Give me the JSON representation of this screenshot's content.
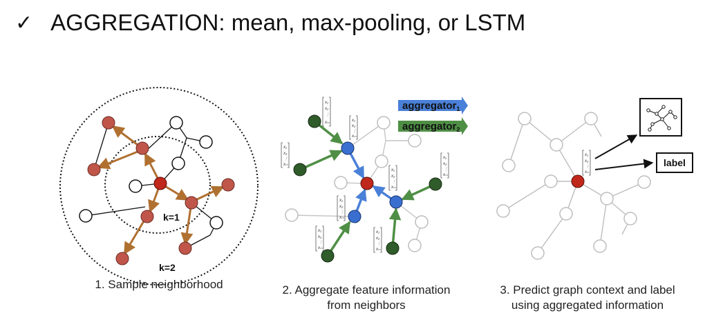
{
  "heading": {
    "check_symbol": "✓",
    "text": "AGGREGATION:  mean, max-pooling, or LSTM"
  },
  "panel1": {
    "label_k1": "k=1",
    "label_k2": "k=2",
    "caption": "1. Sample neighborhood"
  },
  "panel2": {
    "aggregator1": "aggregator",
    "aggregator1_sub": "1",
    "aggregator2": "aggregator",
    "aggregator2_sub": "2",
    "caption_line1": "2. Aggregate feature information",
    "caption_line2": "from neighbors",
    "vector_entries": [
      "x1",
      "x2",
      "⋮",
      "xm"
    ]
  },
  "panel3": {
    "label_box": "label",
    "caption_line1": "3. Predict graph context and label",
    "caption_line2": "using aggregated information"
  },
  "colors": {
    "sampled_node": "#c0564a",
    "center_node": "#c0281c",
    "sample_edge": "#b07030",
    "blue_node": "#3a6fd0",
    "blue_edge": "#4a80d8",
    "green_node": "#2f5c2a",
    "green_edge": "#4f8f45",
    "gray": "#bdbdbd"
  }
}
